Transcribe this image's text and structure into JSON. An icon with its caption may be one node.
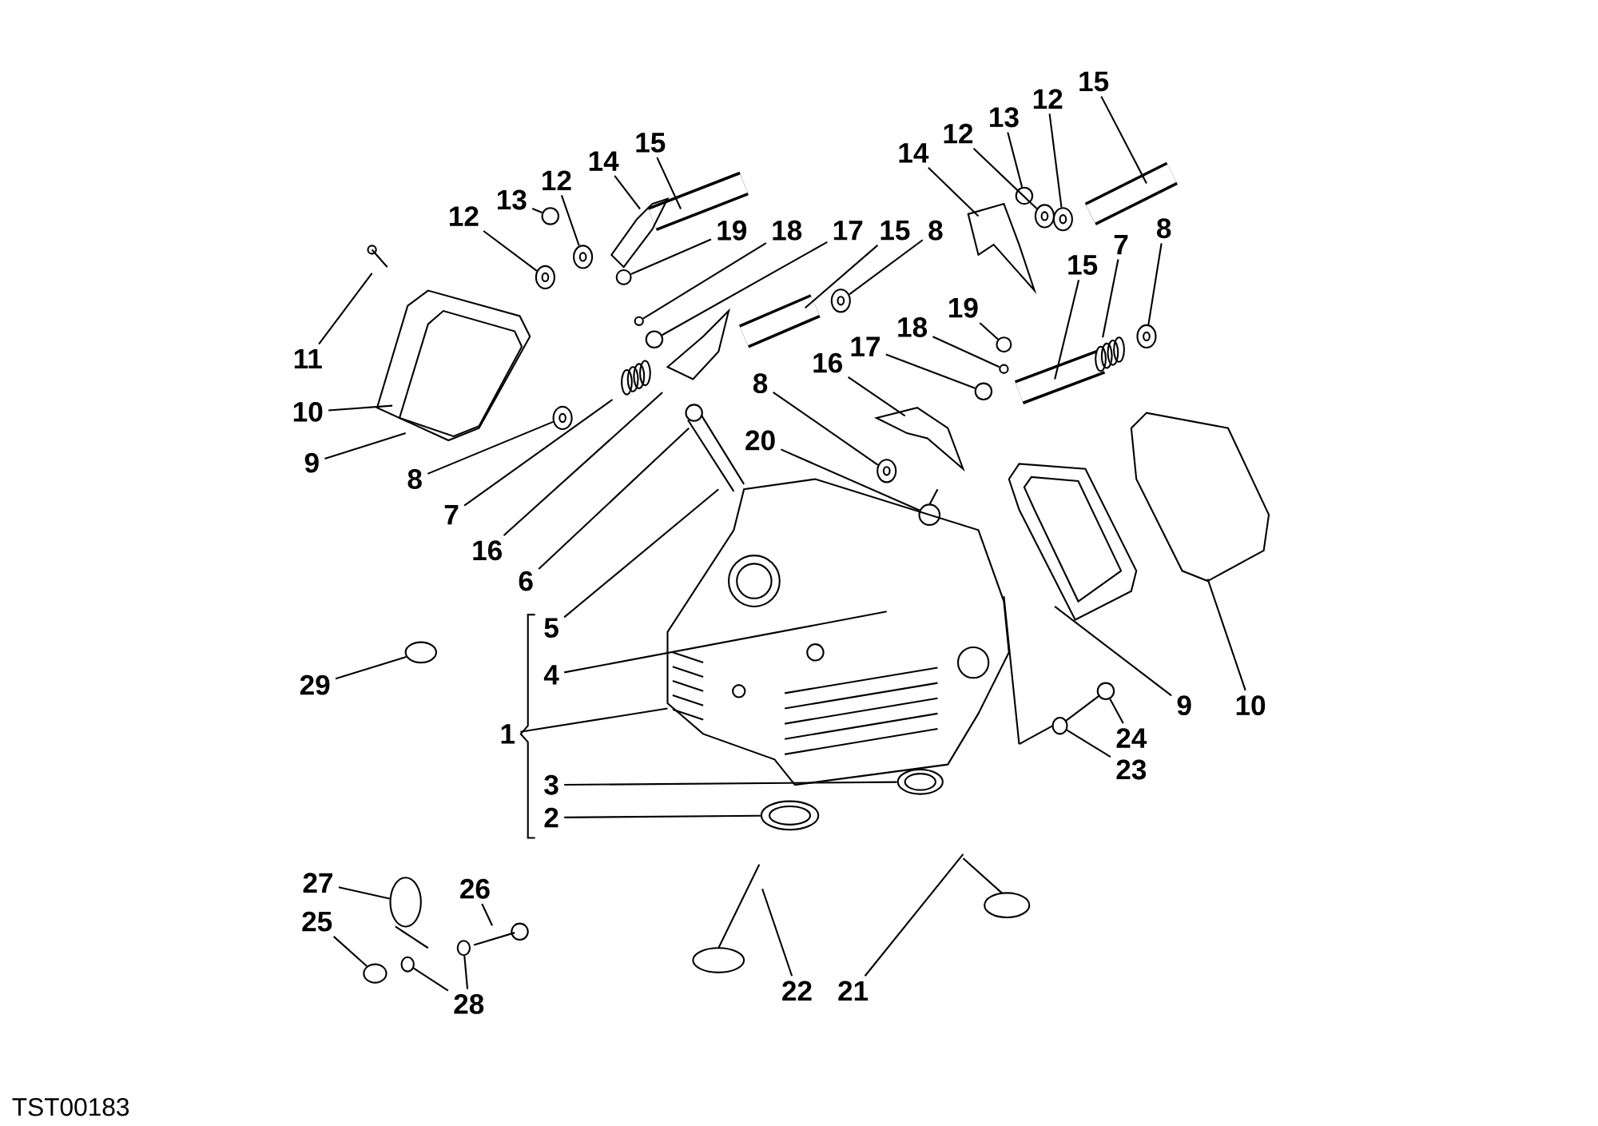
{
  "diagram": {
    "nodes": [
      {
        "text": [
          "15"
        ]
      },
      {
        "text": [
          "12"
        ]
      },
      {
        "text": [
          "13"
        ]
      },
      {
        "text": [
          "12"
        ]
      },
      {
        "text": [
          "14"
        ]
      },
      {
        "text": [
          "15"
        ]
      },
      {
        "text": [
          "14"
        ]
      },
      {
        "text": [
          "12"
        ]
      },
      {
        "text": [
          "13"
        ]
      },
      {
        "text": [
          "12"
        ]
      },
      {
        "text": [
          "19"
        ]
      },
      {
        "text": [
          "18"
        ]
      },
      {
        "text": [
          "17"
        ]
      },
      {
        "text": [
          "15"
        ]
      },
      {
        "text": [
          "8"
        ]
      },
      {
        "text": [
          "8"
        ]
      },
      {
        "text": [
          "7"
        ]
      },
      {
        "text": [
          "15"
        ]
      },
      {
        "text": [
          "19"
        ]
      },
      {
        "text": [
          "18"
        ]
      },
      {
        "text": [
          "17"
        ]
      },
      {
        "text": [
          "11"
        ]
      },
      {
        "text": [
          "16"
        ]
      },
      {
        "text": [
          "8"
        ]
      },
      {
        "text": [
          "10"
        ]
      },
      {
        "text": [
          "20"
        ]
      },
      {
        "text": [
          "9"
        ]
      },
      {
        "text": [
          "8"
        ]
      },
      {
        "text": [
          "7"
        ]
      },
      {
        "text": [
          "16"
        ]
      },
      {
        "text": [
          "6"
        ]
      },
      {
        "text": [
          "5"
        ]
      },
      {
        "text": [
          "4"
        ]
      },
      {
        "text": [
          "29"
        ]
      },
      {
        "text": [
          "9"
        ]
      },
      {
        "text": [
          "10"
        ]
      },
      {
        "text": [
          "1"
        ]
      },
      {
        "text": [
          "24"
        ]
      },
      {
        "text": [
          "23"
        ]
      },
      {
        "text": [
          "3"
        ]
      },
      {
        "text": [
          "2"
        ]
      },
      {
        "text": [
          "27"
        ]
      },
      {
        "text": [
          "26"
        ]
      },
      {
        "text": [
          "25"
        ]
      },
      {
        "text": [
          "22"
        ]
      },
      {
        "text": [
          "21"
        ]
      },
      {
        "text": [
          "28"
        ]
      },
      {
        "text": [],
        "shape": "circle"
      },
      {
        "text": [],
        "shape": "circle"
      },
      {
        "text": [],
        "shape": "circle"
      },
      {
        "text": [],
        "shape": "circle"
      },
      {
        "text": [],
        "shape": "circle"
      },
      {
        "text": [],
        "shape": "circle"
      },
      {
        "text": [],
        "shape": "circle"
      },
      {
        "text": [],
        "shape": "circle"
      },
      {
        "text": [],
        "shape": "circle"
      },
      {
        "text": [],
        "shape": "circle"
      },
      {
        "text": [],
        "shape": "circle"
      },
      {
        "text": [],
        "shape": "circle"
      },
      {
        "text": [],
        "shape": "circle"
      },
      {
        "text": [],
        "shape": "circle"
      },
      {
        "text": [],
        "shape": "circle"
      },
      {
        "text": [],
        "shape": "circle"
      },
      {
        "text": [],
        "shape": "circle"
      },
      {
        "text": [],
        "shape": "circle"
      },
      {
        "text": [],
        "shape": "circle"
      },
      {
        "text": [],
        "shape": "circle"
      },
      {
        "text": [],
        "shape": "circle"
      },
      {
        "text": [],
        "shape": "circle"
      },
      {
        "text": [],
        "shape": "circle"
      },
      {
        "text": [],
        "shape": "circle"
      },
      {
        "text": [],
        "shape": "circle"
      },
      {
        "text": [],
        "shape": "circle"
      }
    ],
    "edges": [
      {
        "from": 0,
        "to": null,
        "arrow": "none"
      },
      {
        "from": 1,
        "to": 47,
        "arrow": "none"
      },
      {
        "from": 2,
        "to": 48,
        "arrow": "none"
      },
      {
        "from": 3,
        "to": 49,
        "arrow": "none"
      },
      {
        "from": 4,
        "to": null,
        "arrow": "none"
      },
      {
        "from": 5,
        "to": null,
        "arrow": "none"
      },
      {
        "from": 6,
        "to": null,
        "arrow": "none"
      },
      {
        "from": 7,
        "to": 50,
        "arrow": "none"
      },
      {
        "from": 8,
        "to": 51,
        "arrow": "none"
      },
      {
        "from": 9,
        "to": 52,
        "arrow": "none"
      },
      {
        "from": 10,
        "to": 53,
        "arrow": "none"
      },
      {
        "from": 11,
        "to": 54,
        "arrow": "none"
      },
      {
        "from": 12,
        "to": 55,
        "arrow": "none"
      },
      {
        "from": 13,
        "to": null,
        "arrow": "none"
      },
      {
        "from": 14,
        "to": 56,
        "arrow": "none"
      },
      {
        "from": 15,
        "to": 57,
        "arrow": "none"
      },
      {
        "from": 16,
        "to": null,
        "arrow": "none"
      },
      {
        "from": 17,
        "to": null,
        "arrow": "none"
      },
      {
        "from": 18,
        "to": 58,
        "arrow": "none"
      },
      {
        "from": 19,
        "to": 59,
        "arrow": "none"
      },
      {
        "from": 20,
        "to": 60,
        "arrow": "none"
      },
      {
        "from": 21,
        "to": null,
        "arrow": "none"
      },
      {
        "from": 22,
        "to": null,
        "arrow": "none"
      },
      {
        "from": 23,
        "to": 61,
        "arrow": "none"
      },
      {
        "from": 24,
        "to": null,
        "arrow": "none"
      },
      {
        "from": 25,
        "to": 62,
        "arrow": "none"
      },
      {
        "from": 26,
        "to": null,
        "arrow": "none"
      },
      {
        "from": 27,
        "to": 63,
        "arrow": "none"
      },
      {
        "from": 28,
        "to": null,
        "arrow": "none"
      },
      {
        "from": 29,
        "to": null,
        "arrow": "none"
      },
      {
        "from": 30,
        "to": null,
        "arrow": "none"
      },
      {
        "from": 31,
        "to": null,
        "arrow": "none"
      },
      {
        "from": 32,
        "to": null,
        "arrow": "none"
      },
      {
        "from": 33,
        "to": 64,
        "arrow": "none"
      },
      {
        "from": 34,
        "to": null,
        "arrow": "none"
      },
      {
        "from": 35,
        "to": null,
        "arrow": "none"
      },
      {
        "from": 36,
        "to": null,
        "arrow": "none"
      },
      {
        "from": 37,
        "to": 65,
        "arrow": "none"
      },
      {
        "from": 38,
        "to": 66,
        "arrow": "none"
      },
      {
        "from": 39,
        "to": 67,
        "arrow": "none"
      },
      {
        "from": 40,
        "to": 68,
        "arrow": "none"
      },
      {
        "from": 41,
        "to": 69,
        "arrow": "none"
      },
      {
        "from": 42,
        "to": null,
        "arrow": "none"
      },
      {
        "from": 43,
        "to": 70,
        "arrow": "none"
      },
      {
        "from": 44,
        "to": null,
        "arrow": "none"
      },
      {
        "from": 45,
        "to": null,
        "arrow": "none"
      },
      {
        "from": 46,
        "to": 71,
        "arrow": "none"
      },
      {
        "from": 46,
        "to": 72,
        "arrow": "none"
      }
    ],
    "labels": [
      "TST00183"
    ]
  }
}
